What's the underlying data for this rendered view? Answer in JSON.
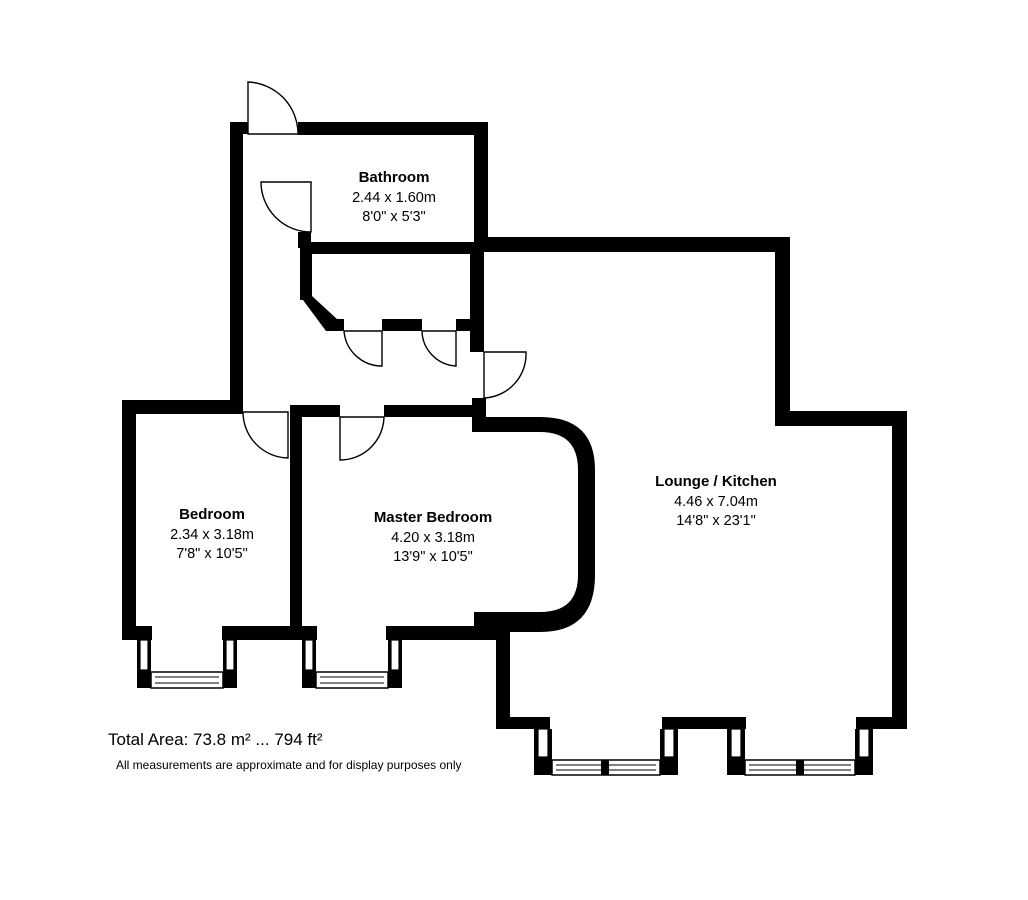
{
  "rooms": {
    "bathroom": {
      "name": "Bathroom",
      "metric": "2.44 x 1.60m",
      "imperial": "8'0\" x 5'3\""
    },
    "bedroom": {
      "name": "Bedroom",
      "metric": "2.34 x 3.18m",
      "imperial": "7'8\" x 10'5\""
    },
    "master_bedroom": {
      "name": "Master Bedroom",
      "metric": "4.20 x 3.18m",
      "imperial": "13'9\" x 10'5\""
    },
    "lounge_kitchen": {
      "name": "Lounge / Kitchen",
      "metric": "4.46 x 7.04m",
      "imperial": "14'8\" x 23'1\""
    }
  },
  "footer": {
    "total_area": "Total Area: 73.8 m² ... 794 ft²",
    "disclaimer": "All measurements are approximate and for display purposes only"
  },
  "colors": {
    "wall": "#000000",
    "background": "#ffffff"
  }
}
